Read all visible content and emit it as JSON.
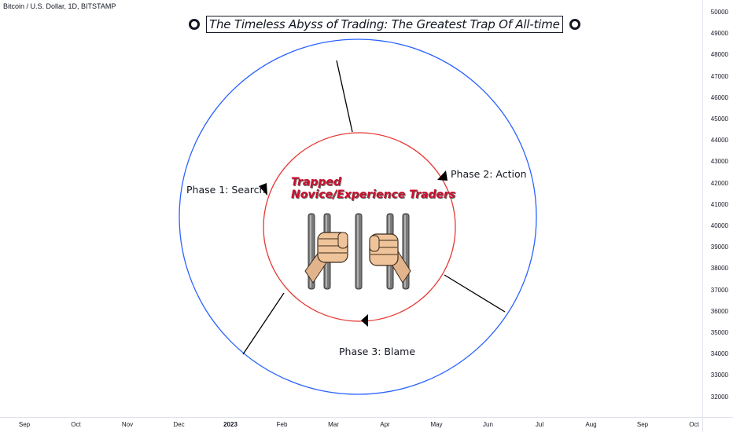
{
  "symbol": "Bitcoin / U.S. Dollar, 1D, BITSTAMP",
  "title": "The Timeless Abyss of Trading: The Greatest Trap Of All-time",
  "price_axis": [
    "50000",
    "49000",
    "48000",
    "47000",
    "46000",
    "45000",
    "44000",
    "43000",
    "42000",
    "41000",
    "40000",
    "39000",
    "38000",
    "37000",
    "36000",
    "35000",
    "34000",
    "33000",
    "32000"
  ],
  "time_axis": [
    {
      "label": "Sep",
      "bold": false
    },
    {
      "label": "Oct",
      "bold": false
    },
    {
      "label": "Nov",
      "bold": false
    },
    {
      "label": "Dec",
      "bold": false
    },
    {
      "label": "2023",
      "bold": true
    },
    {
      "label": "Feb",
      "bold": false
    },
    {
      "label": "Mar",
      "bold": false
    },
    {
      "label": "Apr",
      "bold": false
    },
    {
      "label": "May",
      "bold": false
    },
    {
      "label": "Jun",
      "bold": false
    },
    {
      "label": "Jul",
      "bold": false
    },
    {
      "label": "Aug",
      "bold": false
    },
    {
      "label": "Sep",
      "bold": false
    },
    {
      "label": "Oct",
      "bold": false
    }
  ],
  "phases": {
    "phase1": "Phase 1: Search",
    "phase2": "Phase 2: Action",
    "phase3": "Phase 3: Blame"
  },
  "center_text": {
    "line1": "Trapped",
    "line2": "Novice/Experience Traders"
  },
  "colors": {
    "outer_circle": "#2962ff",
    "inner_circle": "#e53935",
    "accent_text": "#c8102e"
  },
  "icons": {
    "center_image": "jail-bars-hands-icon",
    "cycle_arrow": "triangle-arrow-icon"
  }
}
